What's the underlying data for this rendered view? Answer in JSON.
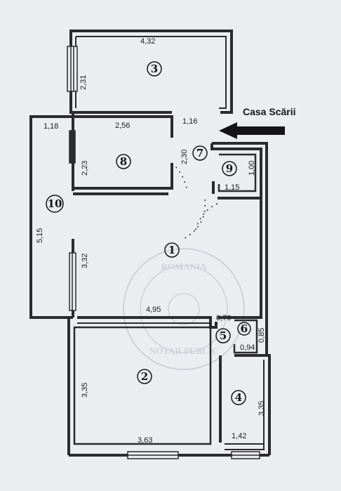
{
  "entrance": {
    "label": "Casa Scării"
  },
  "rooms": [
    {
      "number": "1"
    },
    {
      "number": "2"
    },
    {
      "number": "3"
    },
    {
      "number": "4"
    },
    {
      "number": "5"
    },
    {
      "number": "6"
    },
    {
      "number": "7"
    },
    {
      "number": "8"
    },
    {
      "number": "9"
    },
    {
      "number": "10"
    }
  ],
  "dimensions": {
    "room3_width": "4,32",
    "room3_depth": "2,31",
    "room10_top": "1,18",
    "room10_length": "5,15",
    "room8_width": "2,56",
    "room8_depth": "2,23",
    "corridor_top": "1,16",
    "room7_depth": "2,30",
    "room9_depth": "1,00",
    "room9_width": "1,15",
    "room1_width": "4,95",
    "room1_depth": "3,32",
    "room5_width": "0,76",
    "room6_width": "0,94",
    "room6_depth": "0,85",
    "room2_width": "3,63",
    "room2_depth": "3,35",
    "room4_width": "1,42",
    "room4_depth": "3,35"
  },
  "stamp": {
    "top": "ROMANIA",
    "bottom": "NOTAR PUBLIC"
  },
  "colors": {
    "wall": "#2b2b2e",
    "paper": "#ecedf0",
    "stamp": "#b9bbc4"
  }
}
